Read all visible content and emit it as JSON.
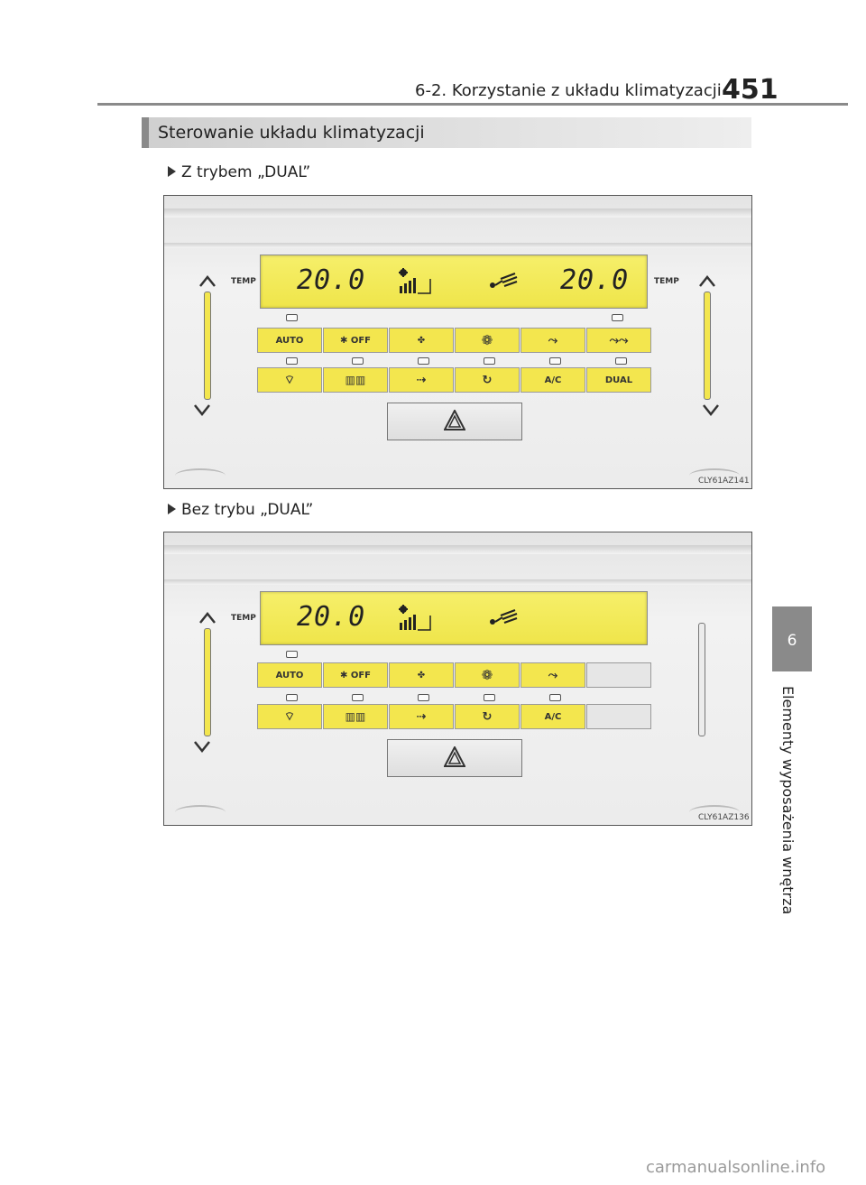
{
  "header": {
    "section": "6-2. Korzystanie z układu klimatyzacji",
    "page_number": "451"
  },
  "section_title": "Sterowanie układu klimatyzacji",
  "side_tab": {
    "number": "6",
    "label": "Elementy wyposażenia wnętrza"
  },
  "panels": [
    {
      "caption": "Z trybem „DUAL”",
      "code": "CLY61AZ141",
      "temp_label": "TEMP",
      "left_temp": "20.0",
      "right_temp": "20.0",
      "top_row": [
        "AUTO",
        "OFF",
        "",
        "",
        "",
        ""
      ],
      "bottom_row": [
        "",
        "",
        "",
        "",
        "A/C",
        "DUAL"
      ]
    },
    {
      "caption": "Bez trybu „DUAL”",
      "code": "CLY61AZ136",
      "temp_label": "TEMP",
      "left_temp": "20.0",
      "top_row": [
        "AUTO",
        "OFF",
        "",
        "",
        ""
      ],
      "bottom_row": [
        "",
        "",
        "",
        "",
        "A/C"
      ]
    }
  ],
  "footer": {
    "watermark": "carmanualsonline.info"
  },
  "colors": {
    "display": "#f3e64e",
    "accent_gray": "#8a8a8a"
  },
  "icons": [
    "fan-speed-icon",
    "airflow-mode-icon",
    "fan-off-icon",
    "fan-low-icon",
    "fan-high-icon",
    "face-vent-icon",
    "dual-vent-icon",
    "windshield-defog-icon",
    "rear-defog-icon",
    "fresh-air-icon",
    "recirculation-icon",
    "hazard-icon",
    "temp-up-arrow-icon",
    "temp-down-arrow-icon"
  ]
}
